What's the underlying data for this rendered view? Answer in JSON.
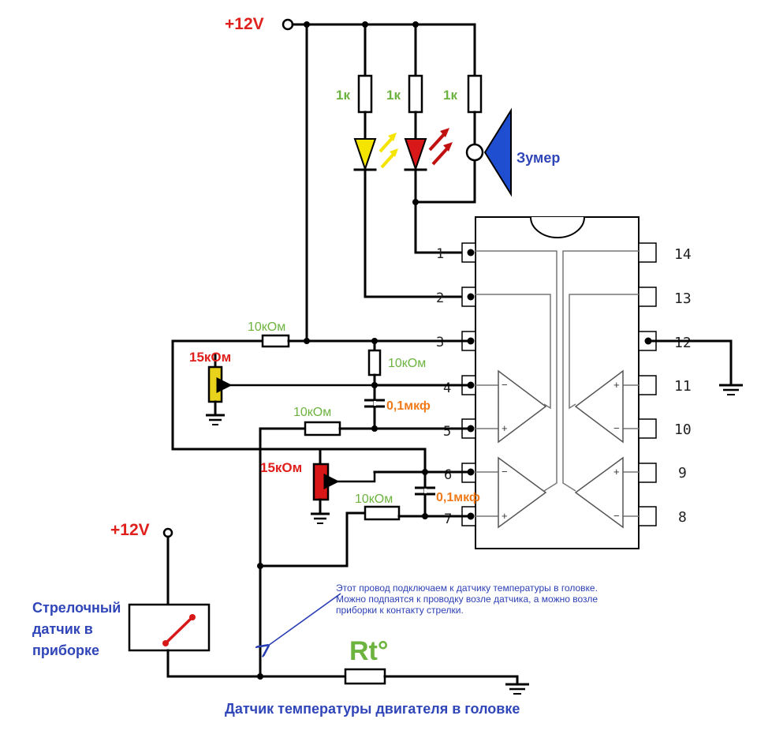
{
  "supply": {
    "top_label": "+12V",
    "bottom_label": "+12V"
  },
  "top_resistors": [
    "1к",
    "1к",
    "1к"
  ],
  "buzzer_label": "Зумер",
  "resistors": {
    "r_pin3": "10кОм",
    "r_divider": "10кОм",
    "r_pin5": "10кОм",
    "r_pin7": "10кОм"
  },
  "pots": {
    "upper": "15кОм",
    "lower": "15кОм"
  },
  "caps": {
    "upper": "0,1мкф",
    "lower": "0,1мкф"
  },
  "ic": {
    "left_pins": [
      "1",
      "2",
      "3",
      "4",
      "5",
      "6",
      "7"
    ],
    "right_pins": [
      "14",
      "13",
      "12",
      "11",
      "10",
      "9",
      "8"
    ],
    "opamp_signs": {
      "minus": "−",
      "plus": "+"
    }
  },
  "gauge_label": [
    "Стрелочный",
    "датчик в",
    "приборке"
  ],
  "sensor_label": "Rt°",
  "note_lines": [
    "Этот провод подключаем к датчику температуры в головке.",
    "Можно подпаятся к проводку возле датчика, а можно возле",
    "приборки к контакту стрелки."
  ],
  "caption": "Датчик температуры двигателя в головке",
  "colors": {
    "label_red": "#e0201c",
    "label_green": "#6db33f",
    "label_orange": "#f07a1a",
    "label_blue": "#3046b8",
    "led_yellow": "#f5e400",
    "led_red": "#d81818",
    "buzzer_blue": "#1f4fd0",
    "pot_yellow": "#e8d21b",
    "pot_red": "#d81818"
  }
}
